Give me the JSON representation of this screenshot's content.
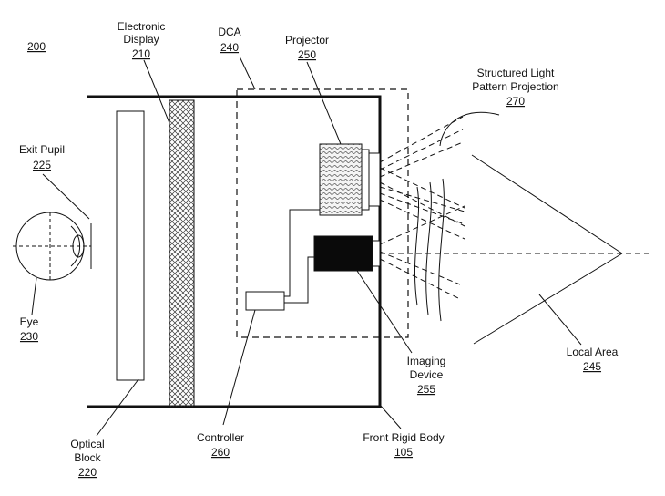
{
  "figure": {
    "number": "200"
  },
  "labels": {
    "electronic_display": {
      "line1": "Electronic",
      "line2": "Display",
      "ref": "210"
    },
    "dca": {
      "line1": "DCA",
      "ref": "240"
    },
    "projector": {
      "line1": "Projector",
      "ref": "250"
    },
    "structured_light": {
      "line1": "Structured Light",
      "line2": "Pattern Projection",
      "ref": "270"
    },
    "exit_pupil": {
      "line1": "Exit Pupil",
      "ref": "225"
    },
    "eye": {
      "line1": "Eye",
      "ref": "230"
    },
    "imaging_device": {
      "line1": "Imaging",
      "line2": "Device",
      "ref": "255"
    },
    "local_area": {
      "line1": "Local Area",
      "ref": "245"
    },
    "optical_block": {
      "line1": "Optical",
      "line2": "Block",
      "ref": "220"
    },
    "controller": {
      "line1": "Controller",
      "ref": "260"
    },
    "front_rigid_body": {
      "line1": "Front Rigid Body",
      "ref": "105"
    }
  },
  "colors": {
    "ink": "#111111",
    "imaging_device_fill": "#0a0a0a",
    "background": "#ffffff"
  }
}
